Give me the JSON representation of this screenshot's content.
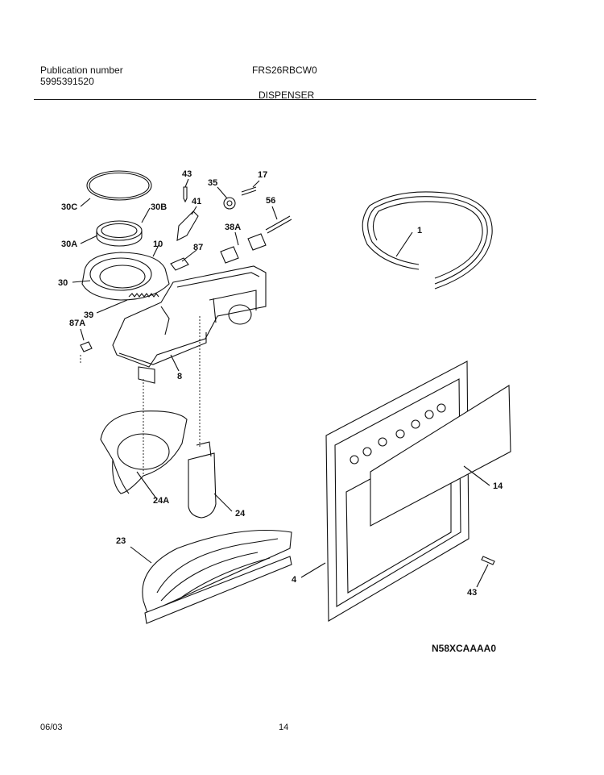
{
  "header": {
    "publication_label": "Publication number",
    "publication_number": "5995391520",
    "model": "FRS26RBCW0",
    "section": "DISPENSER"
  },
  "part_labels": {
    "p43_top": "43",
    "p17": "17",
    "p35": "35",
    "p56": "56",
    "p30c": "30C",
    "p30b": "30B",
    "p41": "41",
    "p38a": "38A",
    "p1": "1",
    "p30a": "30A",
    "p10": "10",
    "p87": "87",
    "p30": "30",
    "p39": "39",
    "p87a": "87A",
    "p8": "8",
    "p14": "14",
    "p24a": "24A",
    "p24": "24",
    "p23": "23",
    "p4": "4",
    "p43_bottom": "43"
  },
  "diagram_code": "N58XCAAAA0",
  "footer": {
    "date": "06/03",
    "page": "14"
  }
}
